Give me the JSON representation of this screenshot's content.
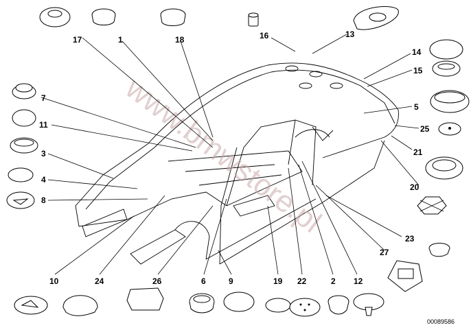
{
  "diagram": {
    "reference": "00089586",
    "watermark": "www.bmwstore.pl",
    "callouts": [
      "17",
      "1",
      "18",
      "16",
      "13",
      "14",
      "15",
      "7",
      "11",
      "5",
      "25",
      "3",
      "21",
      "4",
      "8",
      "20",
      "23",
      "10",
      "24",
      "26",
      "6",
      "9",
      "19",
      "22",
      "2",
      "12",
      "27"
    ]
  }
}
